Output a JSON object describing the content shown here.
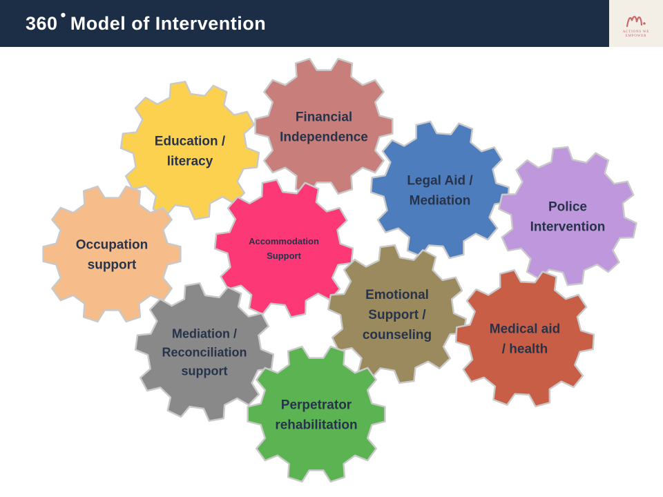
{
  "header": {
    "title_number": "360",
    "title_degree": "•",
    "title_text": "Model of Intervention",
    "logo_lines": [
      "ACTIONS WE",
      "EMPOWER"
    ],
    "logo_color": "#c9686d",
    "background_color": "#1c2e45"
  },
  "gears": [
    {
      "id": "financial",
      "lines": [
        "Financial",
        "Independence"
      ],
      "color": "#c87f7b"
    },
    {
      "id": "education",
      "lines": [
        "Education /",
        "literacy"
      ],
      "color": "#fdd150"
    },
    {
      "id": "legal",
      "lines": [
        "Legal Aid /",
        "Mediation"
      ],
      "color": "#4d7dbd"
    },
    {
      "id": "police",
      "lines": [
        "Police",
        "Intervention"
      ],
      "color": "#be97dc"
    },
    {
      "id": "occupation",
      "lines": [
        "Occupation",
        "support"
      ],
      "color": "#f6bc8a"
    },
    {
      "id": "accommodation",
      "lines": [
        "Accommodation",
        "Support"
      ],
      "color": "#fc3976"
    },
    {
      "id": "emotional",
      "lines": [
        "Emotional",
        "Support /",
        "counseling"
      ],
      "color": "#9b8a5d"
    },
    {
      "id": "medical",
      "lines": [
        "Medical aid",
        "/ health"
      ],
      "color": "#c75e45"
    },
    {
      "id": "mediation",
      "lines": [
        "Mediation /",
        "Reconciliation",
        "support"
      ],
      "color": "#898989"
    },
    {
      "id": "perpetrator",
      "lines": [
        "Perpetrator",
        "rehabilitation"
      ],
      "color": "#5bb451"
    }
  ]
}
